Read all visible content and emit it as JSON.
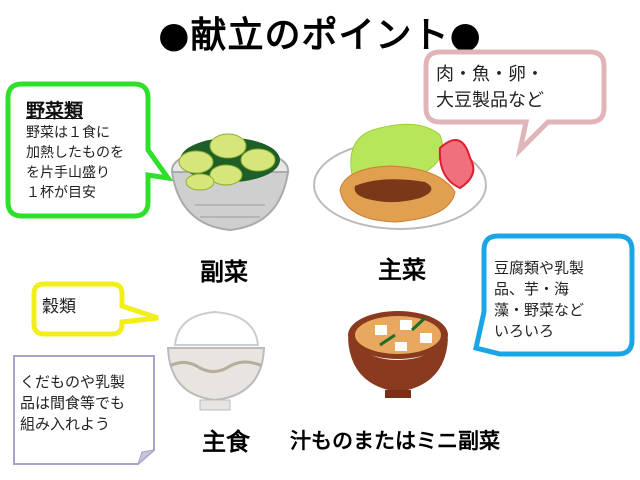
{
  "title": "●献立のポイント●",
  "bubbles": {
    "vegetables": {
      "heading": "野菜類",
      "lines": [
        "野菜は１食に",
        "加熱したものを",
        "を片手山盛り",
        "１杯が目安"
      ],
      "color": "#2ee02a"
    },
    "protein": {
      "lines": [
        "肉・魚・卵・",
        "大豆製品など"
      ],
      "color": "#e0b4b8"
    },
    "soup": {
      "lines": [
        "豆腐類や乳製",
        "品、芋・海",
        "藻・野菜など",
        "いろいろ"
      ],
      "color": "#1aa5e6"
    },
    "grains": {
      "lines": [
        "穀類"
      ],
      "color": "#f2ee1a"
    }
  },
  "note": {
    "lines": [
      "くだものや乳製",
      "品は間食等でも",
      "組み入れよう"
    ],
    "border_color": "#a8a4c8"
  },
  "dishes": {
    "side_dish": {
      "label": "副菜",
      "icon": "salad-bowl-icon"
    },
    "main_dish": {
      "label": "主菜",
      "icon": "tonkatsu-plate-icon"
    },
    "staple": {
      "label": "主食",
      "icon": "rice-bowl-icon"
    },
    "soup": {
      "label": "汁ものまたはミニ副菜",
      "icon": "miso-soup-icon"
    }
  }
}
